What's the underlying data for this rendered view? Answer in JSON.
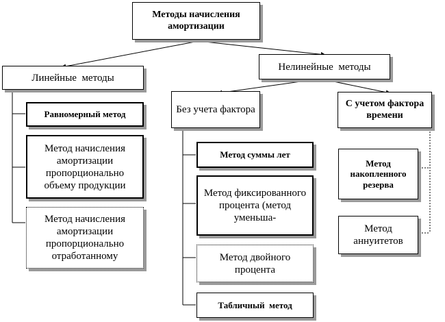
{
  "title": "Методы начисления амортизации",
  "linear": {
    "header": "Линейные  методы",
    "items": [
      "Равномерный метод",
      "Метод начисления амортизации пропорционально объему продукции",
      "Метод начисления амортизации пропорционально отработанному"
    ]
  },
  "nonlinear": {
    "header": "Нелинейные  методы",
    "without_factor": {
      "header": "Без учета фактора",
      "items": [
        "Метод суммы лет",
        "Метод фиксированного процента (метод уменьша-",
        "Метод двойного процента",
        "Табличный  метод"
      ]
    },
    "with_time_factor": {
      "header": "С учетом фактора времени",
      "items": [
        "Метод накопленного резерва",
        "Метод аннуитетов"
      ]
    }
  }
}
